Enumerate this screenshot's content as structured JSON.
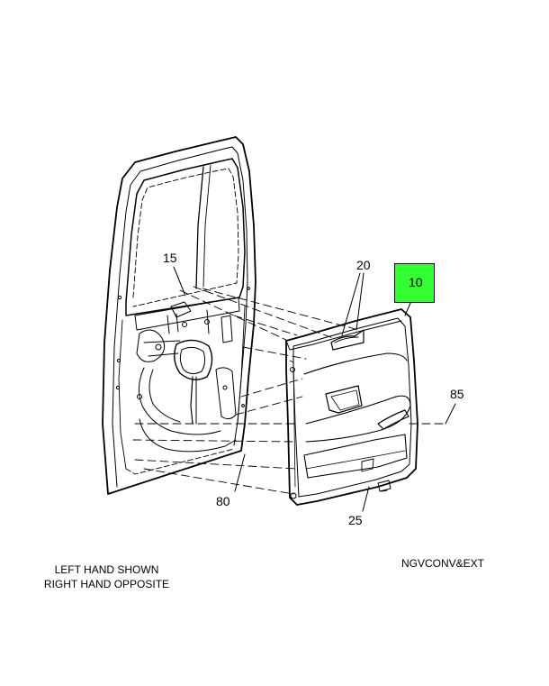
{
  "callouts": {
    "c15": "15",
    "c20": "20",
    "c10": "10",
    "c85": "85",
    "c80": "80",
    "c25": "25"
  },
  "notes": {
    "line1": "LEFT HAND SHOWN",
    "line2": "RIGHT HAND OPPOSITE",
    "code": "NGVCONV&EXT"
  },
  "colors": {
    "highlight": "#33ff33",
    "line": "#000000",
    "background": "#ffffff"
  }
}
